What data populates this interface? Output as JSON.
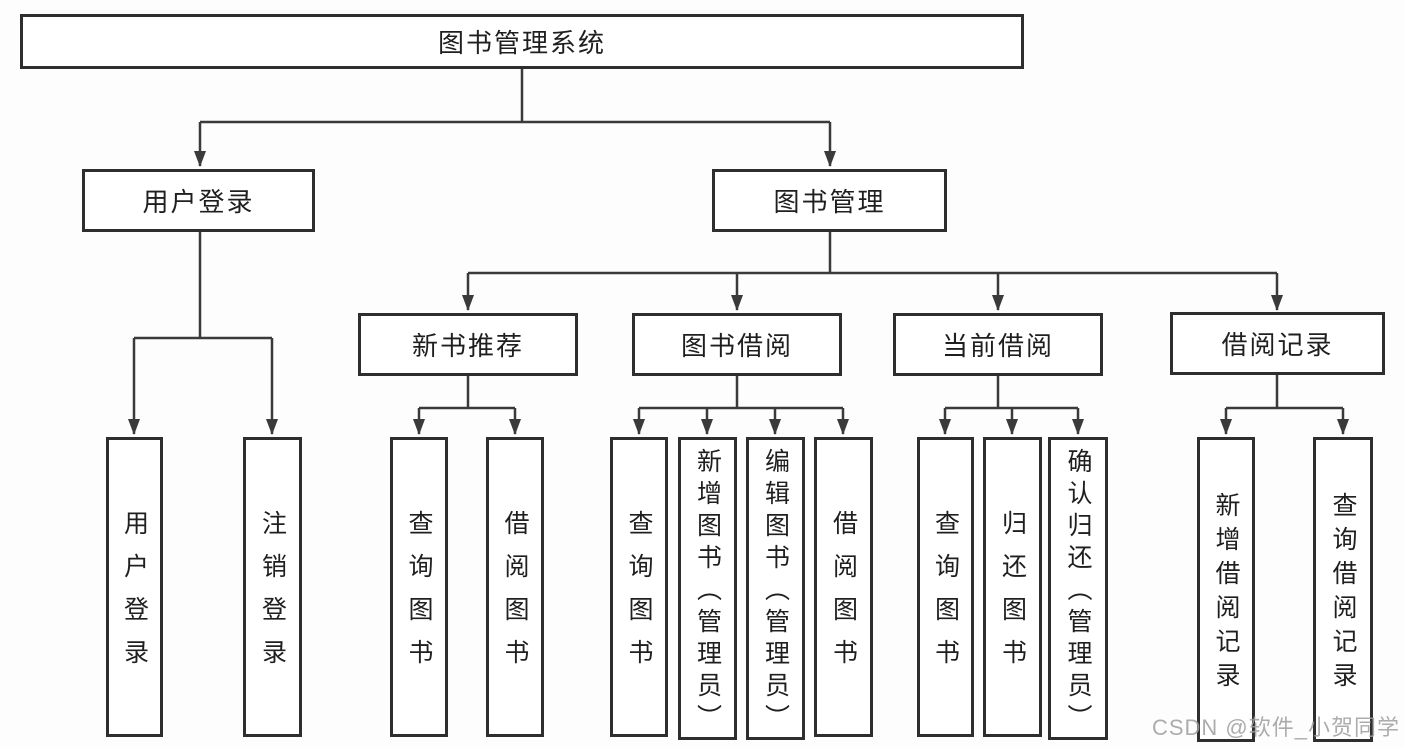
{
  "diagram": {
    "title": "图书管理系统",
    "level2": {
      "login": {
        "label": "用户登录",
        "children": [
          "用户登录",
          "注销登录"
        ]
      },
      "management": {
        "label": "图书管理",
        "modules": {
          "recommend": {
            "label": "新书推荐",
            "children": [
              "查询图书",
              "借阅图书"
            ]
          },
          "borrow": {
            "label": "图书借阅",
            "children": [
              "查询图书",
              "新增图书（管理员）",
              "编辑图书（管理员）",
              "借阅图书"
            ]
          },
          "current": {
            "label": "当前借阅",
            "children": [
              "查询图书",
              "归还图书",
              "确认归还（管理员）"
            ]
          },
          "records": {
            "label": "借阅记录",
            "children": [
              "新增借阅记录",
              "查询借阅记录"
            ]
          }
        }
      }
    }
  },
  "watermark": {
    "text": "CSDN @软件_小贺同学",
    "color": "#9e9e9e"
  },
  "colors": {
    "box_border": "#2e2e2e",
    "box_background": "#ffffff",
    "connector_line": "#3a3a3a",
    "text": "#1f1f1f",
    "page_background": "#fdfdfd"
  }
}
